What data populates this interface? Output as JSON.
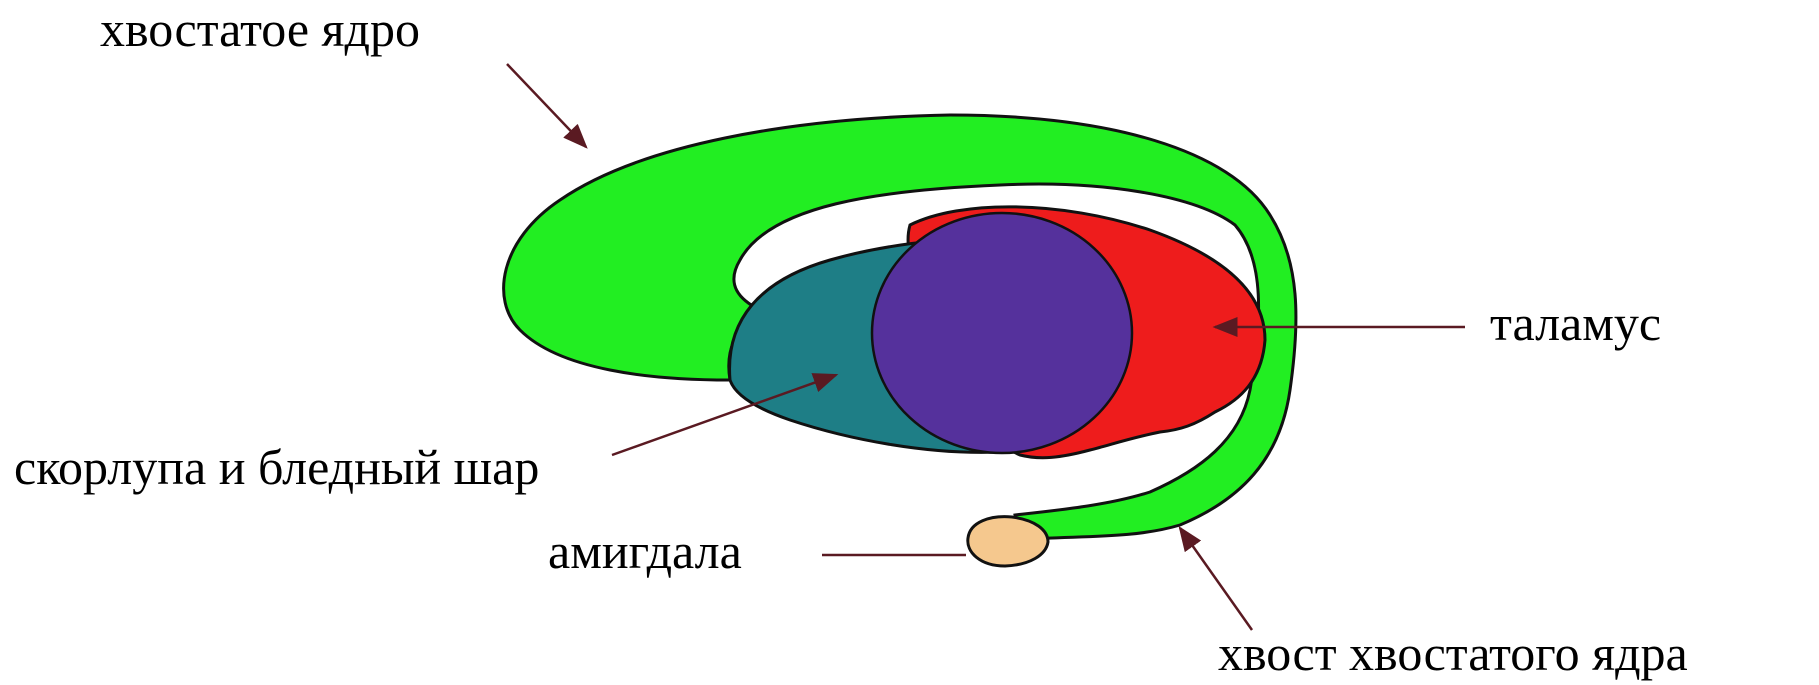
{
  "colors": {
    "caudate": "#22ee22",
    "thalamus": "#ee1c1c",
    "putamen": "#1e7e86",
    "globus_pallidus": "#55319c",
    "amygdala": "#f5c88e",
    "outline": "#111111",
    "arrow": "#5a1a22"
  },
  "labels": {
    "caudate_nucleus": "хвостатое ядро",
    "thalamus": "таламус",
    "putamen_and_globus_pallidus": "скорлупа и бледный шар",
    "amygdala": "амигдала",
    "caudate_tail": "хвост хвостатого ядра"
  }
}
